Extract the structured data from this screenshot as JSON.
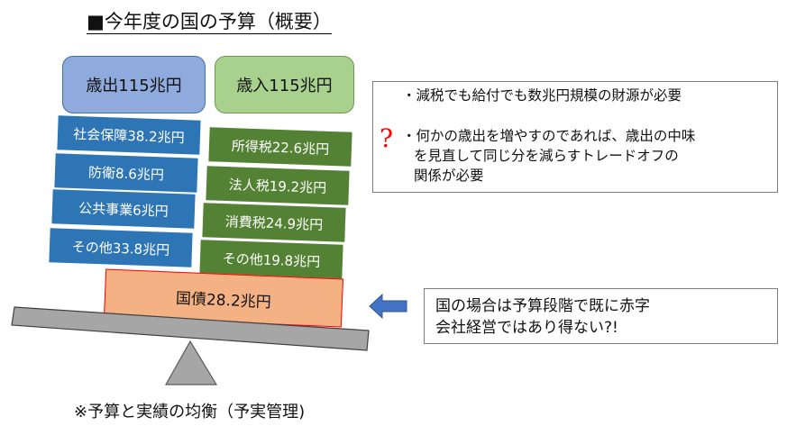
{
  "title": "■今年度の国の予算（概要）",
  "expenditure": {
    "header": "歳出115兆円",
    "items": [
      "社会保障38.2兆円",
      "防衛8.6兆円",
      "公共事業6兆円",
      "その他33.8兆円"
    ]
  },
  "revenue": {
    "header": "歳入115兆円",
    "items": [
      "所得税22.6兆円",
      "法人税19.2兆円",
      "消費税24.9兆円",
      "その他19.8兆円"
    ]
  },
  "debt": "国債28.2兆円",
  "note": {
    "icon": "question-mark-icon",
    "line1": "・減税でも給付でも数兆円規模の財源が必要",
    "line2": "・何かの歳出を増やすのであれば、歳出の中味",
    "line3": "を見直して同じ分を減らすトレードオフの",
    "line4": "関係が必要",
    "qmark": "?"
  },
  "callout": {
    "line1": "国の場合は予算段階で既に赤字",
    "line2": "会社経営ではあり得ない?!"
  },
  "footnote": "※予算と実績の均衡（予実管理)",
  "colors": {
    "expenditure_tile": "#2e75b6",
    "revenue_tile": "#548235",
    "expenditure_header": "#8faadc",
    "revenue_header": "#a9d18e",
    "debt_fill": "#f4b183",
    "debt_border": "#ff0000",
    "arrow": "#4472c4",
    "beam": "#a6a6a6"
  }
}
